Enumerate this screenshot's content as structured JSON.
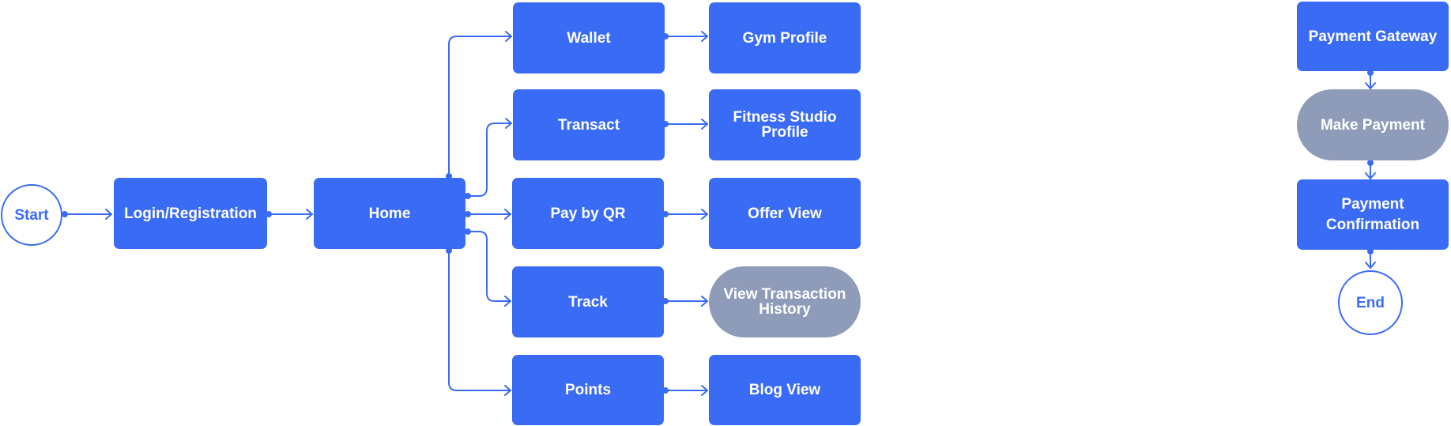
{
  "diagram": {
    "colors": {
      "primary": "#3a6bf5",
      "secondary": "#8e9cba",
      "terminal_fill": "#ffffff",
      "text_on_node": "#ffffff",
      "edge": "#3a6bf5"
    },
    "nodes": {
      "start": {
        "label": "Start",
        "kind": "terminal"
      },
      "login": {
        "label": "Login/Registration",
        "kind": "process"
      },
      "home": {
        "label": "Home",
        "kind": "process"
      },
      "wallet": {
        "label": "Wallet",
        "kind": "process"
      },
      "transact": {
        "label": "Transact",
        "kind": "process"
      },
      "pay_by_qr": {
        "label": "Pay by QR",
        "kind": "process"
      },
      "track": {
        "label": "Track",
        "kind": "process"
      },
      "points": {
        "label": "Points",
        "kind": "process"
      },
      "gym_profile": {
        "label": "Gym Profile",
        "kind": "process"
      },
      "fitness_studio_profile": {
        "label": "Fitness Studio Profile",
        "kind": "process"
      },
      "offer_view": {
        "label": "Offer View",
        "kind": "process"
      },
      "view_transaction_history": {
        "label": "View Transaction History",
        "kind": "action"
      },
      "blog_view": {
        "label": "Blog View",
        "kind": "process"
      },
      "payment_gateway": {
        "label": "Payment Gateway",
        "kind": "process"
      },
      "make_payment": {
        "label": "Make Payment",
        "kind": "action"
      },
      "payment_confirmation": {
        "label": "Payment Confirmation",
        "kind": "process"
      },
      "end": {
        "label": "End",
        "kind": "terminal"
      }
    },
    "edges": [
      {
        "from": "start",
        "to": "login"
      },
      {
        "from": "login",
        "to": "home"
      },
      {
        "from": "home",
        "to": "wallet"
      },
      {
        "from": "home",
        "to": "transact"
      },
      {
        "from": "home",
        "to": "pay_by_qr"
      },
      {
        "from": "home",
        "to": "track"
      },
      {
        "from": "home",
        "to": "points"
      },
      {
        "from": "wallet",
        "to": "gym_profile"
      },
      {
        "from": "transact",
        "to": "fitness_studio_profile"
      },
      {
        "from": "pay_by_qr",
        "to": "offer_view"
      },
      {
        "from": "track",
        "to": "view_transaction_history"
      },
      {
        "from": "points",
        "to": "blog_view"
      },
      {
        "from": "payment_gateway",
        "to": "make_payment"
      },
      {
        "from": "make_payment",
        "to": "payment_confirmation"
      },
      {
        "from": "payment_confirmation",
        "to": "end"
      }
    ]
  }
}
